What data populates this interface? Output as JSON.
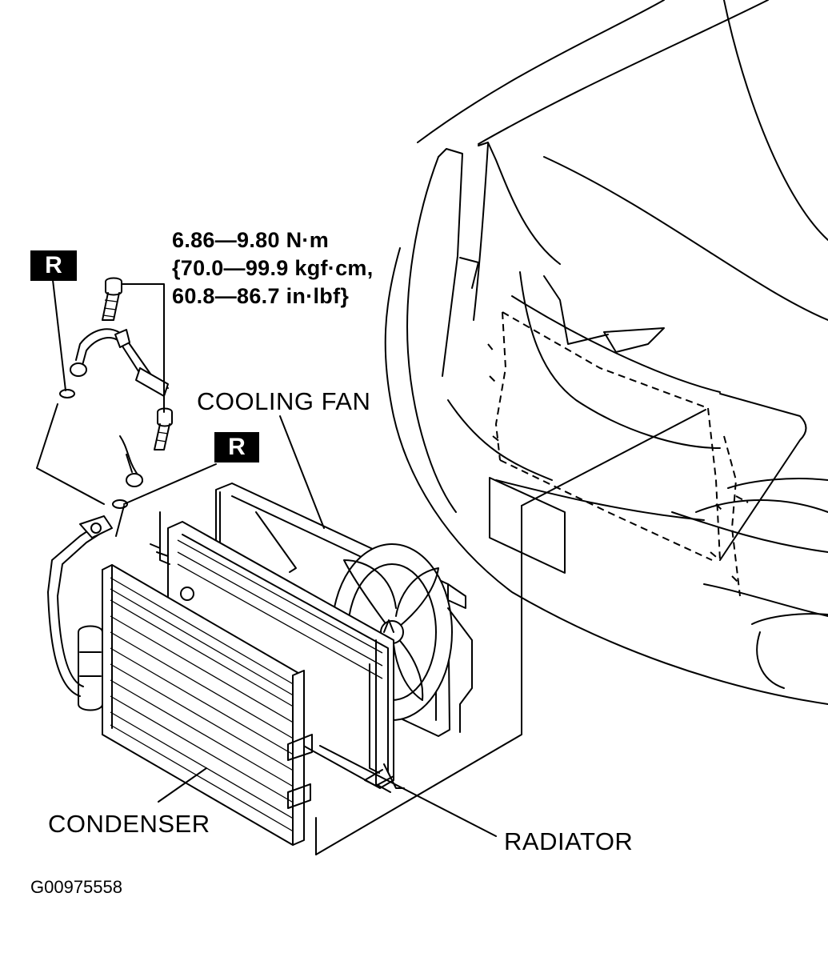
{
  "torque": {
    "line1": "6.86—9.80 N·m",
    "line2": "{70.0—99.9 kgf·cm,",
    "line3": "60.8—86.7 in·lbf}"
  },
  "labels": {
    "cooling_fan": "COOLING FAN",
    "condenser": "CONDENSER",
    "radiator": "RADIATOR"
  },
  "badges": {
    "replace_upper": "R",
    "replace_lower": "R"
  },
  "figure_code": "G00975558",
  "colors": {
    "ink": "#000000",
    "paper": "#ffffff"
  }
}
